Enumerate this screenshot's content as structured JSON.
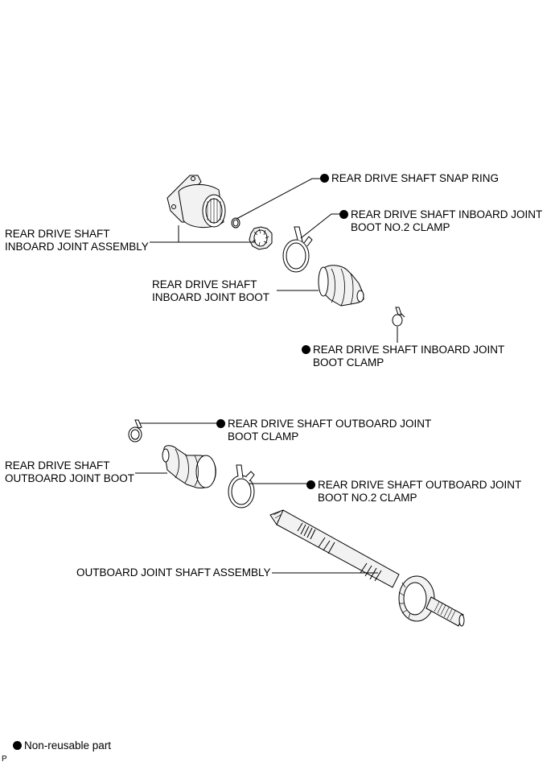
{
  "labels": {
    "snap_ring": {
      "line1": "REAR DRIVE SHAFT SNAP RING"
    },
    "inboard_boot_no2_clamp": {
      "line1": "REAR DRIVE SHAFT INBOARD JOINT",
      "line2": "BOOT NO.2 CLAMP"
    },
    "inboard_joint_assembly": {
      "line1": "REAR DRIVE SHAFT",
      "line2": "INBOARD JOINT ASSEMBLY"
    },
    "inboard_joint_boot": {
      "line1": "REAR DRIVE SHAFT",
      "line2": "INBOARD JOINT BOOT"
    },
    "inboard_boot_clamp": {
      "line1": "REAR DRIVE SHAFT INBOARD JOINT",
      "line2": "BOOT CLAMP"
    },
    "outboard_boot_clamp": {
      "line1": "REAR DRIVE SHAFT OUTBOARD JOINT",
      "line2": "BOOT CLAMP"
    },
    "outboard_joint_boot": {
      "line1": "REAR DRIVE SHAFT",
      "line2": "OUTBOARD JOINT BOOT"
    },
    "outboard_boot_no2_clamp": {
      "line1": "REAR DRIVE SHAFT OUTBOARD JOINT",
      "line2": "BOOT NO.2 CLAMP"
    },
    "outboard_shaft_assembly": {
      "line1": "OUTBOARD JOINT SHAFT ASSEMBLY"
    }
  },
  "legend": {
    "text": "Non-reusable part"
  },
  "figure_code": "P",
  "colors": {
    "ink": "#000000",
    "background": "#ffffff",
    "part_fill": "#f2f2f2"
  }
}
